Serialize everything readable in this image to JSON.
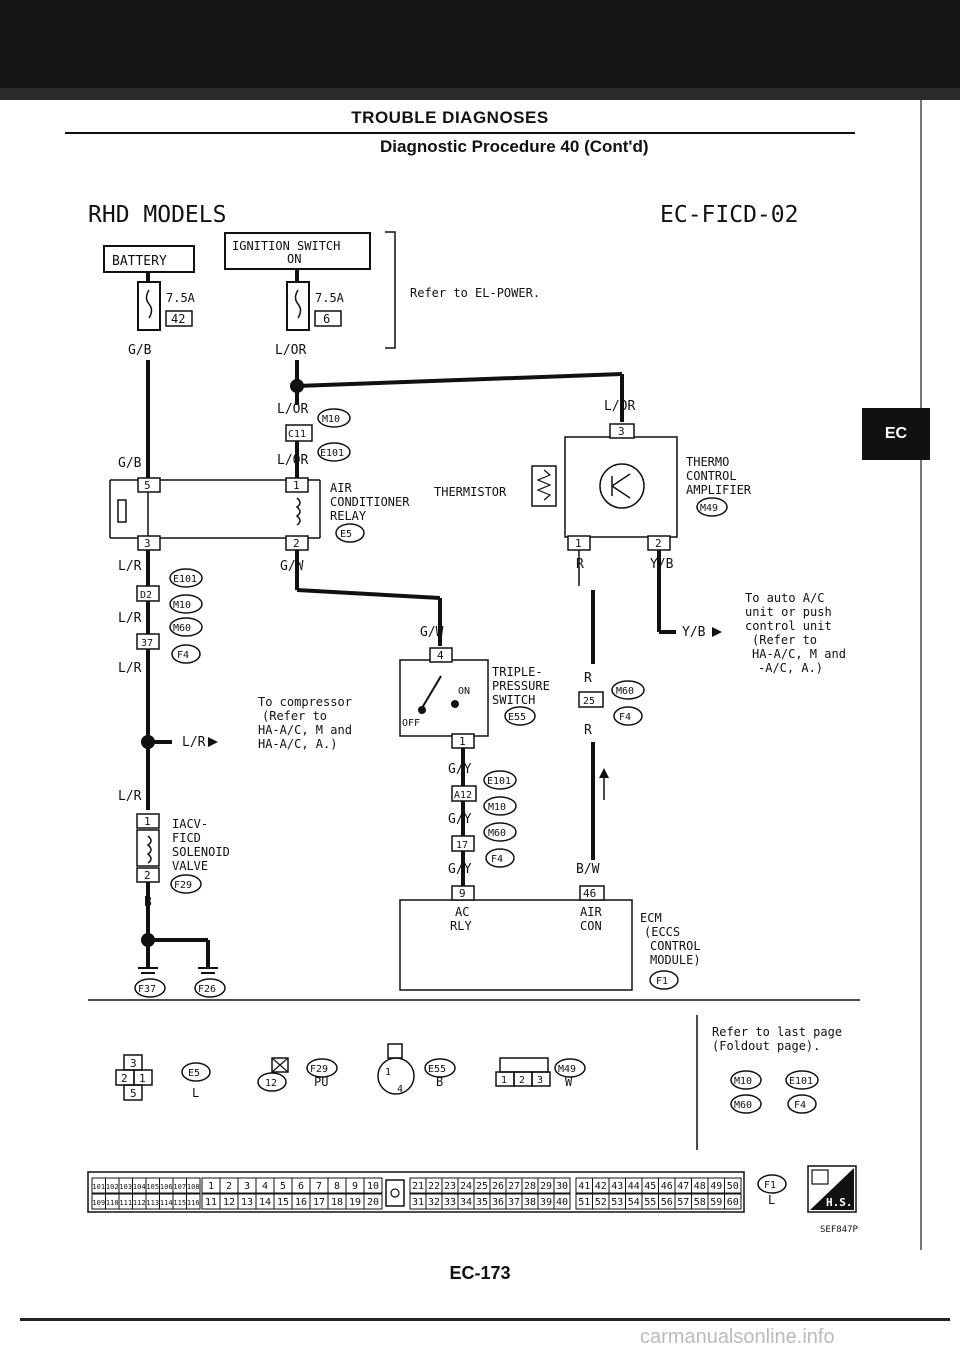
{
  "header": {
    "title": "TROUBLE DIAGNOSES",
    "subtitle": "Diagnostic Procedure 40 (Cont'd)"
  },
  "section_tab": "EC",
  "diagram": {
    "model": "RHD MODELS",
    "code": "EC-FICD-02",
    "battery": "BATTERY",
    "ignition": "IGNITION SWITCH",
    "ignition_on": "ON",
    "fuse1_amp": "7.5A",
    "fuse1_no": "42",
    "fuse2_amp": "7.5A",
    "fuse2_no": "6",
    "refer_power": "Refer to EL-POWER.",
    "w_gb": "G/B",
    "w_lor": "L/OR",
    "w_lr": "L/R",
    "w_gw": "G/W",
    "w_gy": "G/Y",
    "w_r": "R",
    "w_yb": "Y/B",
    "w_bw": "B/W",
    "w_b": "B",
    "c_m10": "M10",
    "c_c11": "C11",
    "c_e101": "E101",
    "c_d2": "D2",
    "c_37": "37",
    "c_m60": "M60",
    "c_f4": "F4",
    "c_e5": "E5",
    "c_m49": "M49",
    "c_e55": "E55",
    "c_a12": "A12",
    "c_f29": "F29",
    "c_f37": "F37",
    "c_f26": "F26",
    "c_f1": "F1",
    "pins": {
      "p1": "1",
      "p2": "2",
      "p3": "3",
      "p5": "5",
      "p9": "9",
      "p12": "12",
      "p17": "17",
      "p25": "25",
      "p46": "46"
    },
    "relay_label": "AIR CONDITIONER RELAY",
    "relay_l1": "AIR",
    "relay_l2": "CONDITIONER",
    "relay_l3": "RELAY",
    "thermistor": "THERMISTOR",
    "thermo_l1": "THERMO",
    "thermo_l2": "CONTROL",
    "thermo_l3": "AMPLIFIER",
    "auto_ac_l1": "To auto A/C",
    "auto_ac_l2": "unit or push",
    "auto_ac_l3": "control unit",
    "auto_ac_l4": "(Refer to",
    "auto_ac_l5": "HA-A/C, M and",
    "auto_ac_l6": "-A/C, A.)",
    "comp_l1": "To compressor",
    "comp_l2": "(Refer to",
    "comp_l3": "HA-A/C, M and",
    "comp_l4": "HA-A/C, A.)",
    "triple_l1": "TRIPLE-",
    "triple_l2": "PRESSURE",
    "triple_l3": "SWITCH",
    "sw_on": "ON",
    "sw_off": "OFF",
    "iacv_l1": "IACV-",
    "iacv_l2": "FICD",
    "iacv_l3": "SOLENOID",
    "iacv_l4": "VALVE",
    "ac_rly_l1": "AC",
    "ac_rly_l2": "RLY",
    "air_con_l1": "AIR",
    "air_con_l2": "CON",
    "ecm_l1": "ECM",
    "ecm_l2": "(ECCS",
    "ecm_l3": "CONTROL",
    "ecm_l4": "MODULE)"
  },
  "connectors": {
    "e5_color": "L",
    "f29_color": "PU",
    "e55_color": "B",
    "m49_color": "W",
    "f1_color": "L",
    "foldout_l1": "Refer to last page",
    "foldout_l2": "(Foldout page).",
    "row1": [
      "101",
      "102",
      "103",
      "104",
      "105",
      "106",
      "107",
      "108"
    ],
    "row2": [
      "109",
      "110",
      "111",
      "112",
      "113",
      "114",
      "115",
      "116"
    ],
    "row3": [
      "1",
      "2",
      "3",
      "4",
      "5",
      "6",
      "7",
      "8",
      "9",
      "10"
    ],
    "row4": [
      "11",
      "12",
      "13",
      "14",
      "15",
      "16",
      "17",
      "18",
      "19",
      "20"
    ],
    "row5": [
      "21",
      "22",
      "23",
      "24",
      "25",
      "26",
      "27",
      "28",
      "29",
      "30"
    ],
    "row6": [
      "31",
      "32",
      "33",
      "34",
      "35",
      "36",
      "37",
      "38",
      "39",
      "40"
    ],
    "row7": [
      "41",
      "42",
      "43",
      "44",
      "45",
      "46",
      "47",
      "48",
      "49",
      "50"
    ],
    "row8": [
      "51",
      "52",
      "53",
      "54",
      "55",
      "56",
      "57",
      "58",
      "59",
      "60"
    ],
    "hs": "H.S.",
    "figure_id": "SEF847P"
  },
  "page_number": "EC-173",
  "watermark": "carmanualsonline.info"
}
